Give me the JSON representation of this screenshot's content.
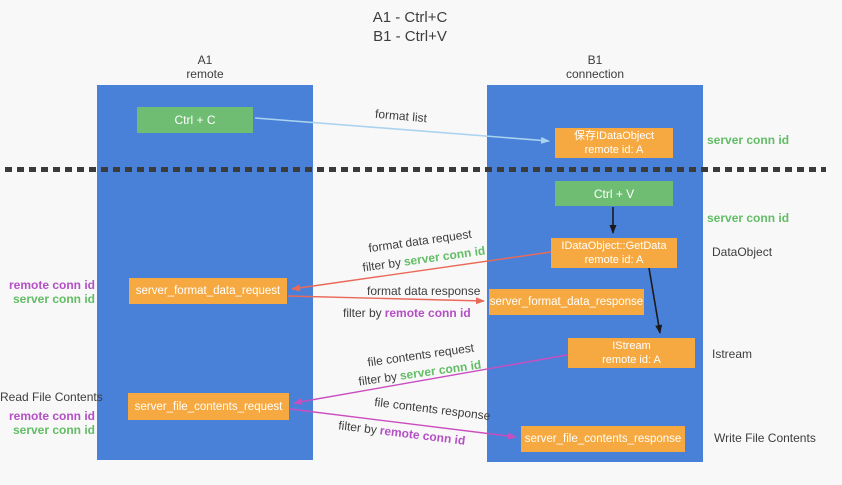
{
  "title": {
    "line1": "A1 - Ctrl+C",
    "line2": "B1 - Ctrl+V"
  },
  "lanes": {
    "a1": {
      "title": "A1",
      "subtitle": "remote"
    },
    "b1": {
      "title": "B1",
      "subtitle": "connection"
    }
  },
  "nodes": {
    "ctrl_c": {
      "label": "Ctrl + C"
    },
    "ctrl_v": {
      "label": "Ctrl + V"
    },
    "save_dataobject": {
      "line1": "保存IDataObject",
      "line2": "remote id: A"
    },
    "getdata": {
      "line1": "IDataObject::GetData",
      "line2": "remote id: A"
    },
    "istream": {
      "line1": "IStream",
      "line2": "remote id: A"
    },
    "format_request": {
      "label": "server_format_data_request"
    },
    "format_response": {
      "label": "server_format_data_response"
    },
    "file_request": {
      "label": "server_file_contents_request"
    },
    "file_response": {
      "label": "server_file_contents_response"
    }
  },
  "labels": {
    "format_list": "format list",
    "format_data_request": "format data request",
    "format_data_response": "format data response",
    "file_contents_request": "file contents request",
    "file_contents_response": "file contents response",
    "filter_by": "filter by",
    "server_conn_id": "server conn id",
    "remote_conn_id": "remote conn id",
    "dataobject": "DataObject",
    "istream_note": "Istream",
    "read_file_contents": "Read File Contents",
    "write_file_contents": "Write File Contents"
  },
  "colors": {
    "lane_blue": "#4a81d8",
    "action_green": "#6ebd72",
    "message_orange": "#f6a941",
    "server_conn_green": "#62bd66",
    "remote_conn_purple": "#b54fc6",
    "request_arrow_red": "#ea6a5a",
    "file_arrow_magenta": "#ca4ec0",
    "format_list_arrow_blue": "#a9d3ef",
    "black_arrow": "#1a1a1a",
    "divider_dark": "#3b3b3b"
  }
}
